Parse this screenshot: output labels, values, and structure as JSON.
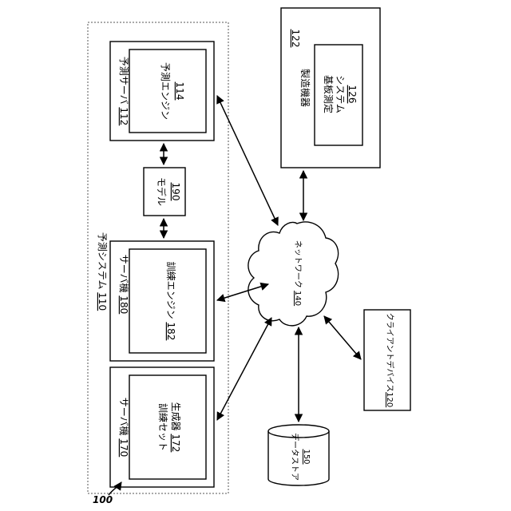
{
  "figure_ref": "100",
  "prediction_system": {
    "label": "予測システム",
    "ref": "110"
  },
  "prediction_server": {
    "label": "予測サーバ",
    "ref": "112"
  },
  "prediction_engine": {
    "label": "予測エンジン",
    "ref": "114"
  },
  "model": {
    "label": "モデル",
    "ref": "190"
  },
  "server_machine_180": {
    "label": "サーバ機",
    "ref": "180"
  },
  "training_engine": {
    "label": "訓練エンジン",
    "ref": "182"
  },
  "server_machine_170": {
    "label": "サーバ機",
    "ref": "170"
  },
  "training_set_generator": {
    "line1": "訓練セット",
    "line2": "生成器",
    "ref": "172"
  },
  "manufacturing_equipment": {
    "label": "製造機器",
    "ref": "122"
  },
  "substrate_measurement": {
    "line1": "基板測定",
    "line2": "システム",
    "ref": "126"
  },
  "network": {
    "label": "ネットワーク",
    "ref": "140"
  },
  "client_device": {
    "label": "クライアントデバイス",
    "ref": "120"
  },
  "data_store": {
    "label": "データストア",
    "ref": "150"
  }
}
